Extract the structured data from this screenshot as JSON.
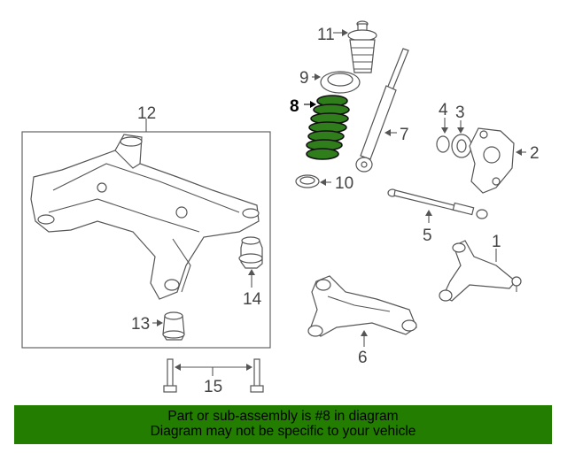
{
  "callouts": {
    "c1": "1",
    "c2": "2",
    "c3": "3",
    "c4": "4",
    "c5": "5",
    "c6": "6",
    "c7": "7",
    "c8": "8",
    "c9": "9",
    "c10": "10",
    "c11": "11",
    "c12": "12",
    "c13": "13",
    "c14": "14",
    "c15": "15"
  },
  "highlight": {
    "part_number": "8",
    "color": "#227d00"
  },
  "banner": {
    "line1": "Part or sub-assembly is #8 in diagram",
    "line2": "Diagram may not be specific to your vehicle",
    "background": "#227d00"
  }
}
